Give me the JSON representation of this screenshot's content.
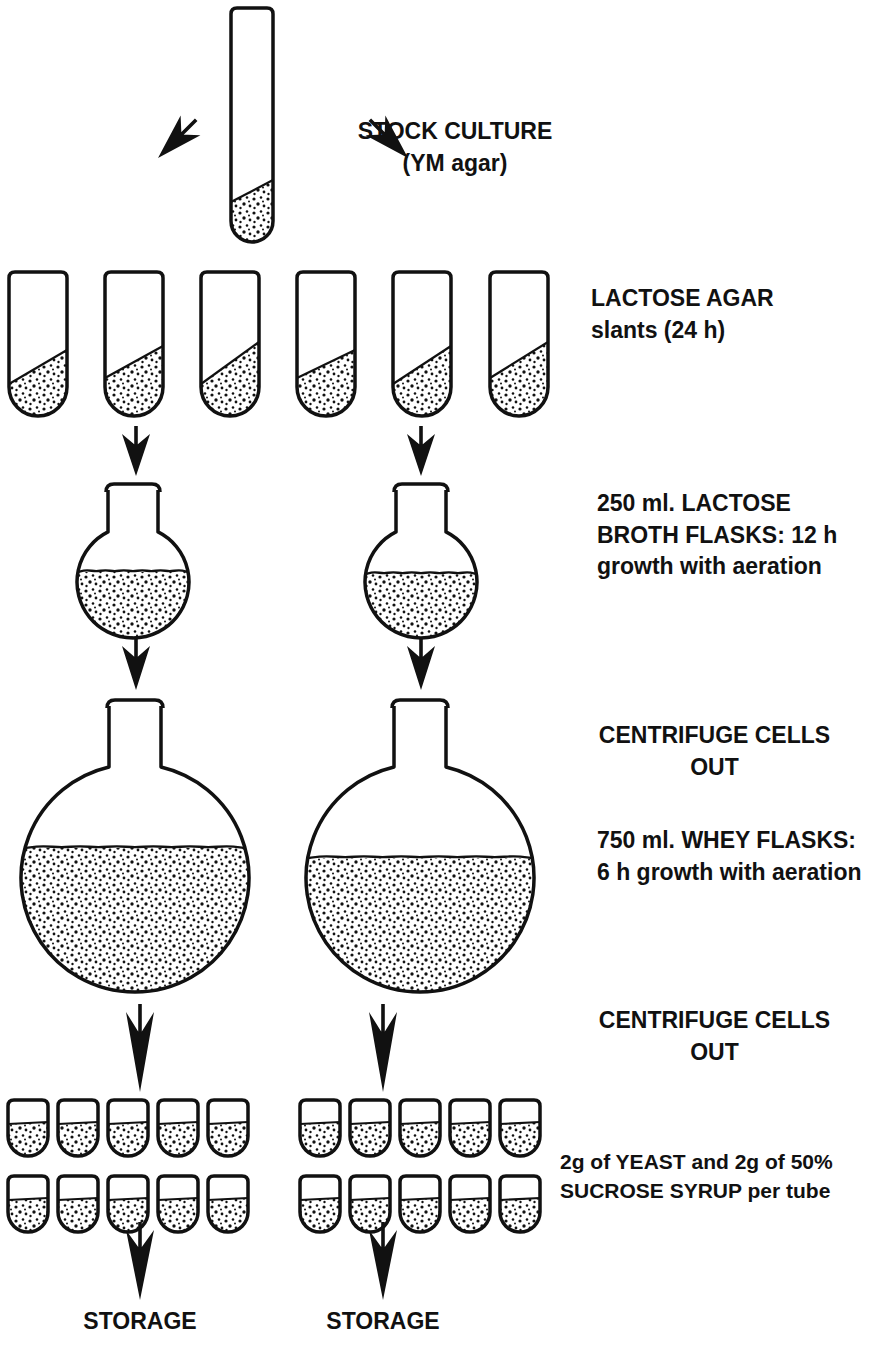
{
  "diagram": {
    "labels": [
      "STOCK CULTURE (YM agar)",
      "LACTOSE AGAR slants (24 h)",
      "250 ml. LACTOSE BROTH FLASKS: 12 h growth with aeration",
      "CENTRIFUGE CELLS OUT",
      "750 ml. WHEY FLASKS: 6 h growth with aeration",
      "CENTRIFUGE CELLS OUT",
      "2g of YEAST and 2g of 50% SUCROSE SYRUP per tube",
      "STORAGE",
      "STORAGE"
    ]
  }
}
